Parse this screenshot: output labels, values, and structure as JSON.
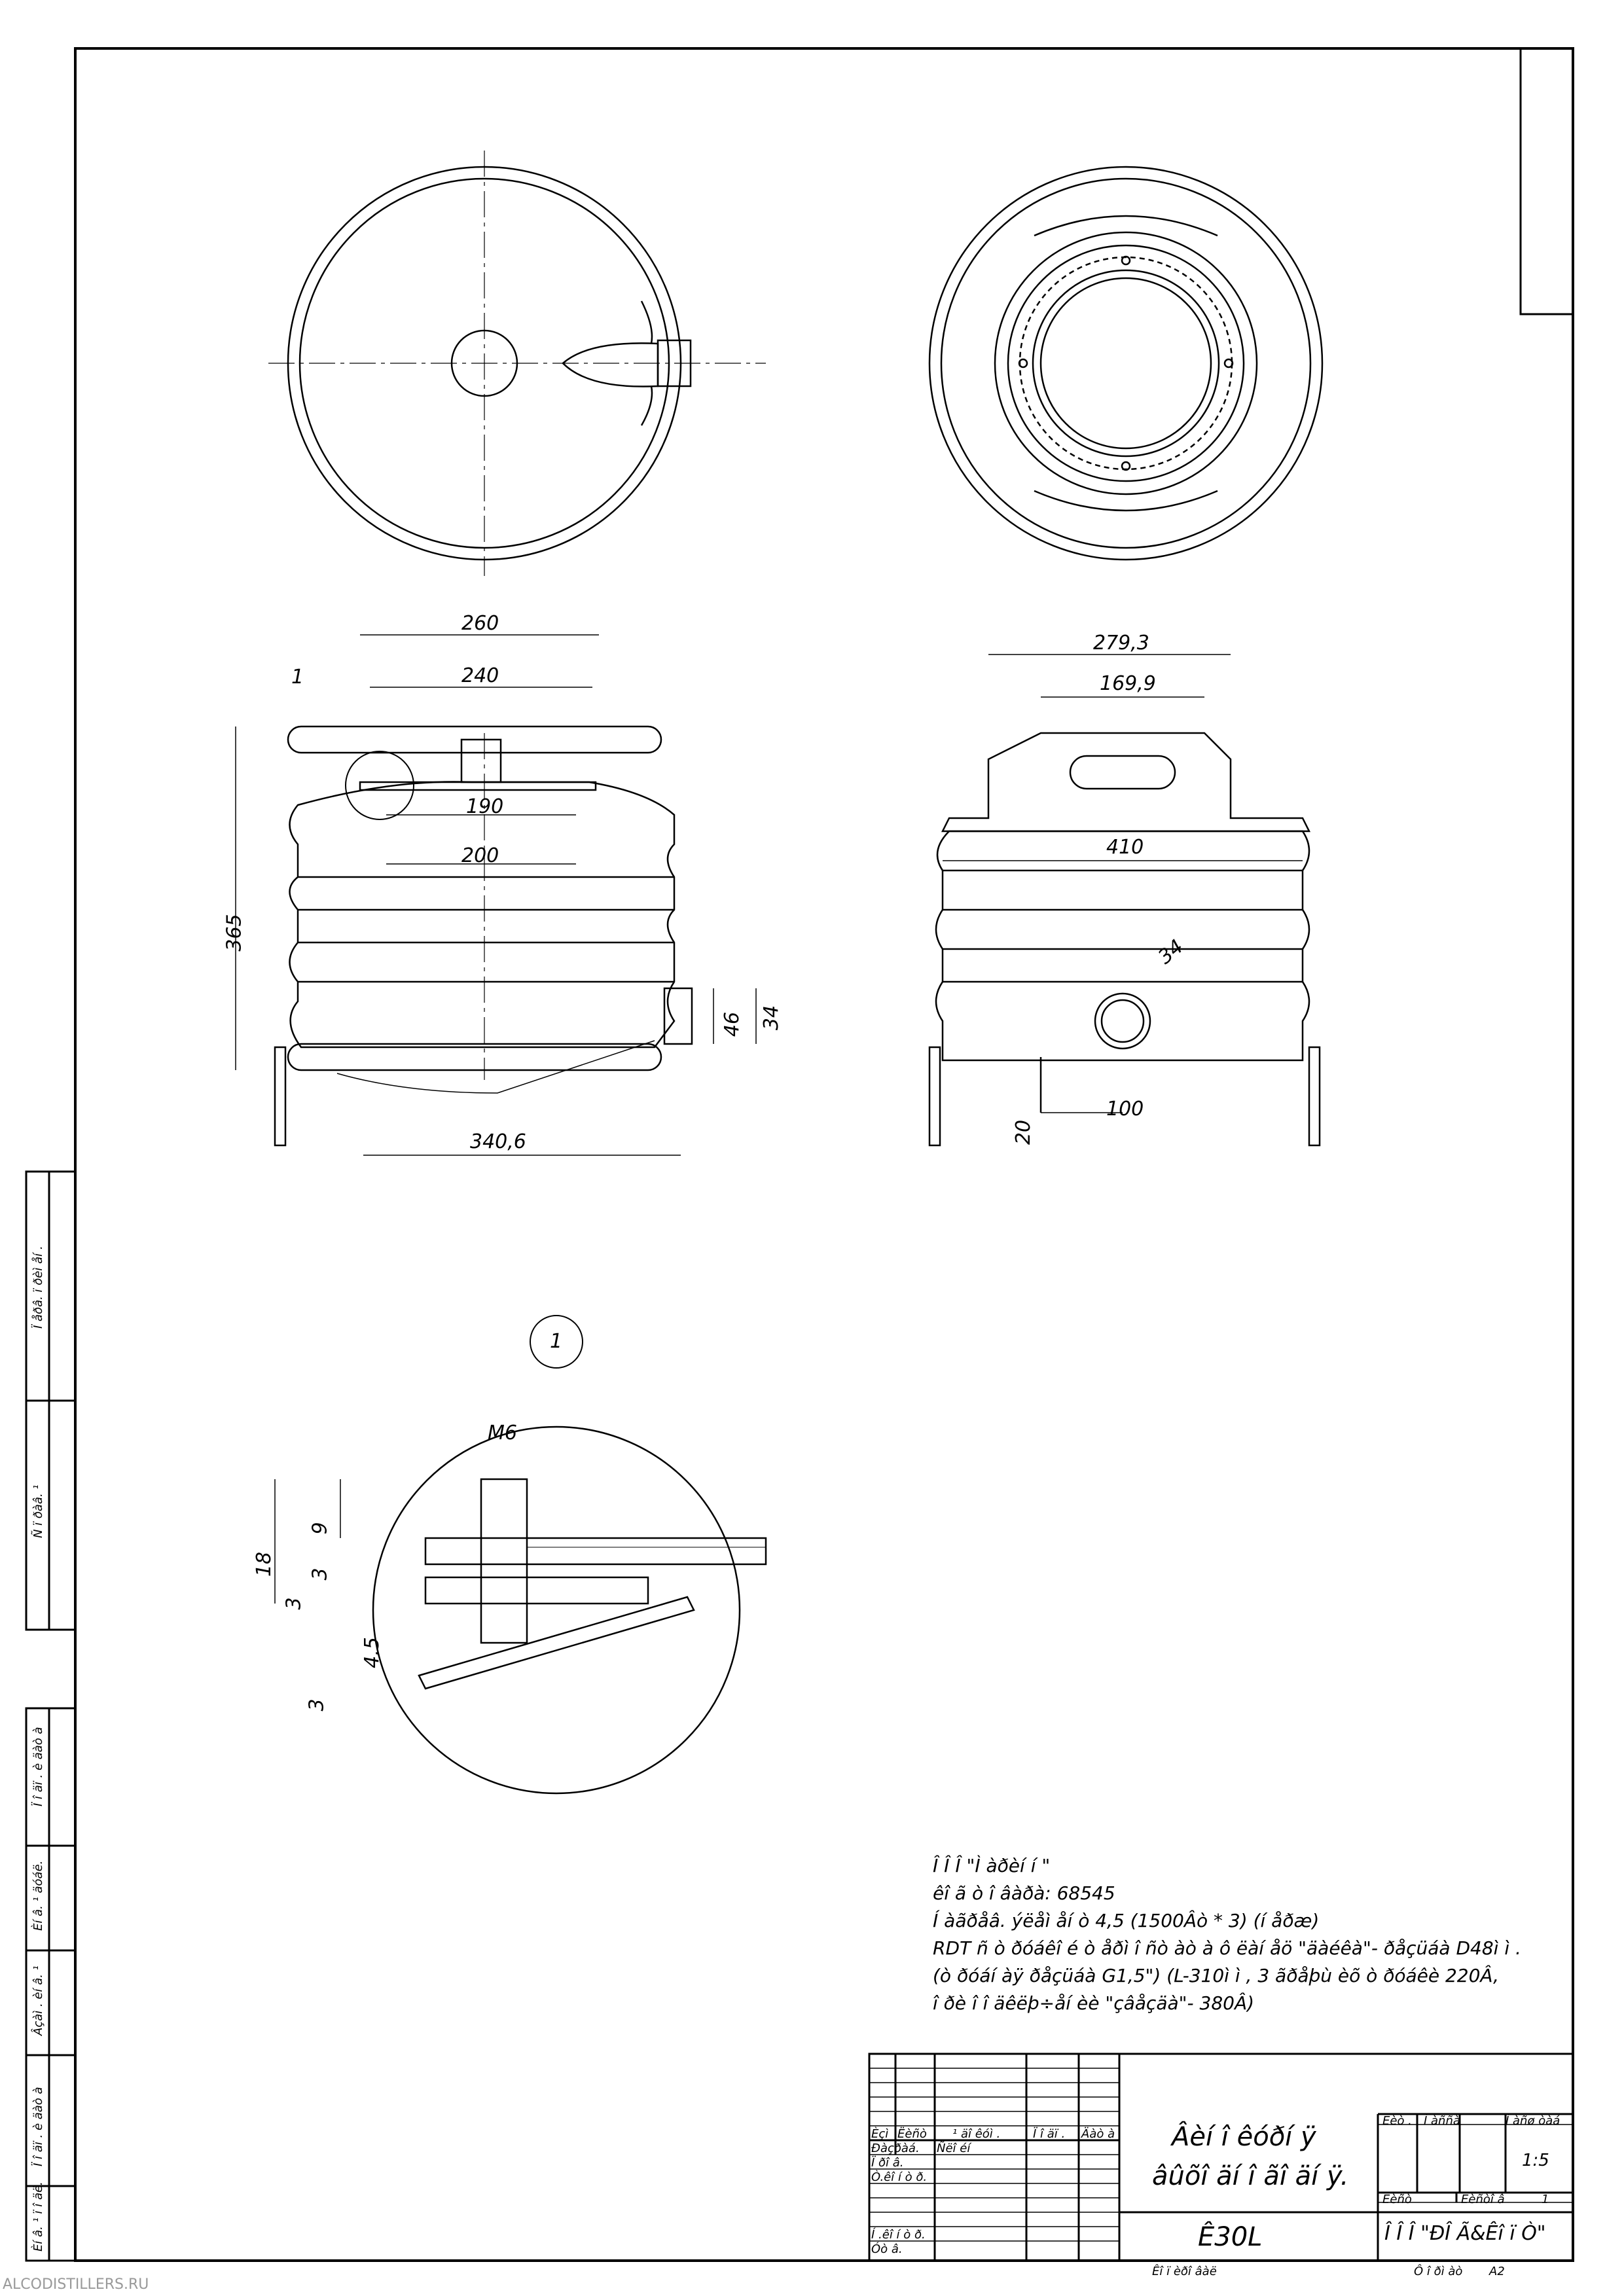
{
  "watermark": "ALCODISTILLERS.RU",
  "dimensions": {
    "top_left": [
      "260",
      "240",
      "190",
      "200",
      "365",
      "46",
      "34",
      "340,6"
    ],
    "top_right": [
      "279,3",
      "169,9",
      "410",
      "34",
      "20",
      "100"
    ],
    "callout": "1",
    "detail_label": "1",
    "detail": [
      "M6",
      "18",
      "9",
      "3",
      "3",
      "4.5",
      "3"
    ]
  },
  "notes": [
    "Î Î Î  \"Ì àðèí í \"",
    "êî ã ò î âàðà: 68545",
    "Í àãðåâ. ýëåì åí ò  4,5 (1500Âò * 3) (í åðæ)",
    "RDT ñ ò ðóáêî é ò åðì î ñò àò à  ô ëàí åö \"äàéêà\"- ðåçüáà D48ì ì .",
    "(ò ðóáí àÿ ðåçüáà G1,5\") (L-310ì ì , 3 ãðåþù èõ ò ðóáêè 220Â,",
    " î ðè î î äêëþ÷åí èè \"çâåçäà\"- 380Â)"
  ],
  "side_labels": [
    "Ï åðâ. ï ðèì åí .",
    "Ñ ï ðàâ. ¹",
    "Ï î äï . è äàò à",
    "Èí â. ¹  äóáë.",
    "Âçàì . èí â. ¹",
    "Ï î äï . è äàò à",
    "Èí â. ¹  ï î äë."
  ],
  "title_block": {
    "header": [
      "Èçì",
      "Ëèñò",
      "¹  äî êóì .",
      "Ï î äï .",
      "Äàò à"
    ],
    "rows": [
      "Ðàçðàá.",
      "Ï ðî â.",
      "Ò.êî í ò ð.",
      "Í .êî í ò ð.",
      "Óò â."
    ],
    "developer": "Ñëî éí",
    "title_line1": "Âèí î êóðí ÿ",
    "title_line2": "âûõî äí î ãî  äí ÿ.",
    "designation": "Ê30L",
    "lit": "Ëèò .",
    "mass": "Ì àññà",
    "scale_label": "Ì àñø òàá",
    "scale": "1:5",
    "sheet": "Ëèñò",
    "sheets": "Ëèñòî â",
    "sheets_count": "1",
    "org": "Î Î Î \"ÐÎ Ã&Êî ï Ò\"",
    "copied": "Êî ï èðî âàë",
    "format_label": "Ô î ðì àò",
    "format": "A2"
  }
}
